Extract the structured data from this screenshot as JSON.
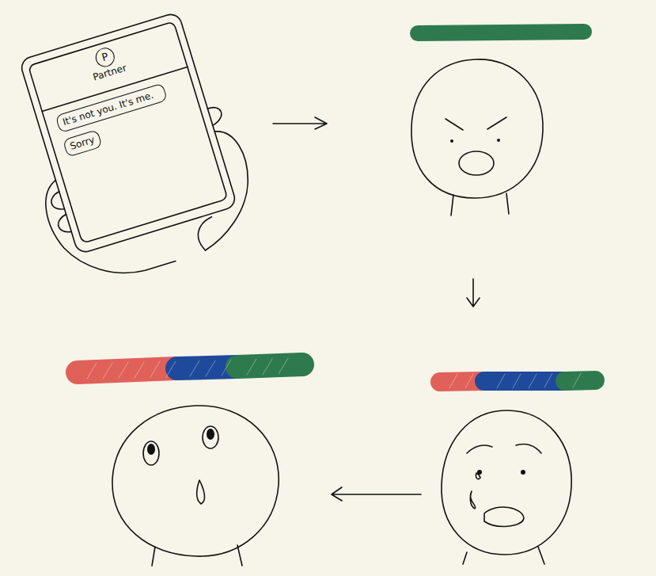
{
  "diagram": {
    "nodes": [
      {
        "text": [
          "P",
          "Partner"
        ]
      },
      {
        "text": [
          "It's not you. It's me."
        ]
      },
      {
        "text": [
          "Sorry"
        ]
      }
    ]
  }
}
